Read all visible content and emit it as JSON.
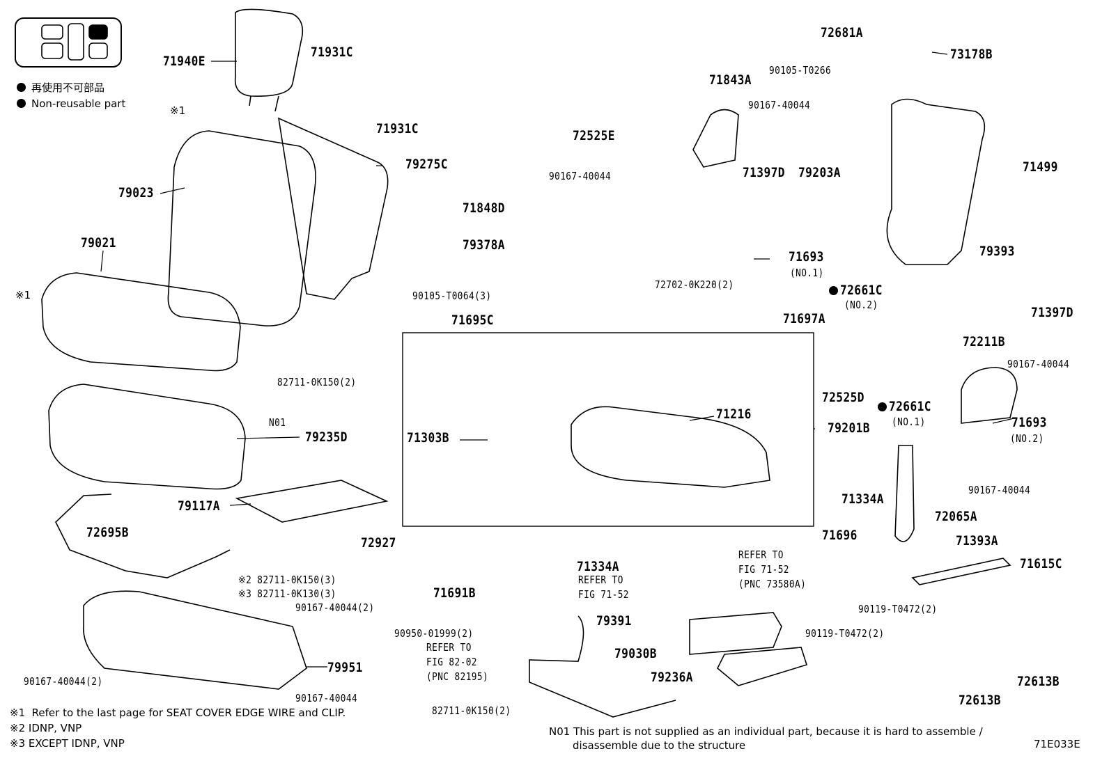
{
  "legend": {
    "items": [
      {
        "symbol": "●",
        "text": "再使用不可部品"
      },
      {
        "symbol": "●",
        "text": "Non-reusable part"
      }
    ]
  },
  "footnotes": [
    {
      "mark": "※1",
      "text": "Refer to the last page for SEAT COVER EDGE WIRE and CLIP."
    },
    {
      "mark": "※2",
      "text": "IDNP, VNP"
    },
    {
      "mark": "※3",
      "text": "EXCEPT IDNP, VNP"
    }
  ],
  "n01_note": {
    "line1": "N01 This part is not supplied as an individual part, because it is hard to assemble /",
    "line2": "disassemble due to the structure"
  },
  "figure_id": "71E033E",
  "markers": {
    "m1a": "※1",
    "m1b": "※1"
  },
  "parts": {
    "p71940E": "71940E",
    "p71931C_a": "71931C",
    "p71931C_b": "71931C",
    "p79275C": "79275C",
    "p79023": "79023",
    "p79021": "79021",
    "p82711_a": "82711-0K150(2)",
    "pN01": "N01",
    "p79235D": "79235D",
    "p79117A": "79117A",
    "p72695B": "72695B",
    "p82711_b": "※2 82711-0K150(3)",
    "p82711_c": "※3 82711-0K130(3)",
    "p90167_a": "90167-40044(2)",
    "p79951": "79951",
    "p90167_b": "90167-40044(2)",
    "p90167_c": "90167-40044",
    "p72681A": "72681A",
    "p73178B": "73178B",
    "p90105_a": "90105-T0266",
    "p71843A": "71843A",
    "p90167_d": "90167-40044",
    "p72525E": "72525E",
    "p90167_e": "90167-40044",
    "p71397D_a": "71397D",
    "p79203A": "79203A",
    "p71499": "71499",
    "p71848D": "71848D",
    "p79378A": "79378A",
    "p71693_a": "71693",
    "p71693_a_sub": "(NO.1)",
    "p79393": "79393",
    "p90105_b": "90105-T0064(3)",
    "p72702": "72702-0K220(2)",
    "p72661C_a": "72661C",
    "p72661C_a_sub": "(NO.2)",
    "p71397D_b": "71397D",
    "p71695C": "71695C",
    "p71697A": "71697A",
    "p72211B": "72211B",
    "p90167_f": "90167-40044",
    "p72525D": "72525D",
    "p72661C_b": "72661C",
    "p72661C_b_sub": "(NO.1)",
    "p71693_b": "71693",
    "p71693_b_sub": "(NO.2)",
    "p71216": "71216",
    "p79201B": "79201B",
    "p71303B": "71303B",
    "p90167_g": "90167-40044",
    "p71334A_a": "71334A",
    "p72065A": "72065A",
    "p72927": "72927",
    "p71334A_b": "71334A",
    "p71696": "71696",
    "p71393A": "71393A",
    "p71615C": "71615C",
    "p71691B": "71691B",
    "p79391": "79391",
    "p79030B": "79030B",
    "p79236A": "79236A",
    "p90950": "90950-01999(2)",
    "p90119_a": "90119-T0472(2)",
    "p90119_b": "90119-T0472(2)",
    "p72613B_a": "72613B",
    "p72613B_b": "72613B",
    "p82711_d": "82711-0K150(2)"
  },
  "refs": {
    "ref1_l1": "REFER TO",
    "ref1_l2": "FIG 71-52",
    "ref1_l3": "(PNC 73580A)",
    "ref2_l1": "REFER TO",
    "ref2_l2": "FIG 71-52",
    "ref3_l1": "REFER TO",
    "ref3_l2": "FIG 82-02",
    "ref3_l3": "(PNC 82195)"
  }
}
